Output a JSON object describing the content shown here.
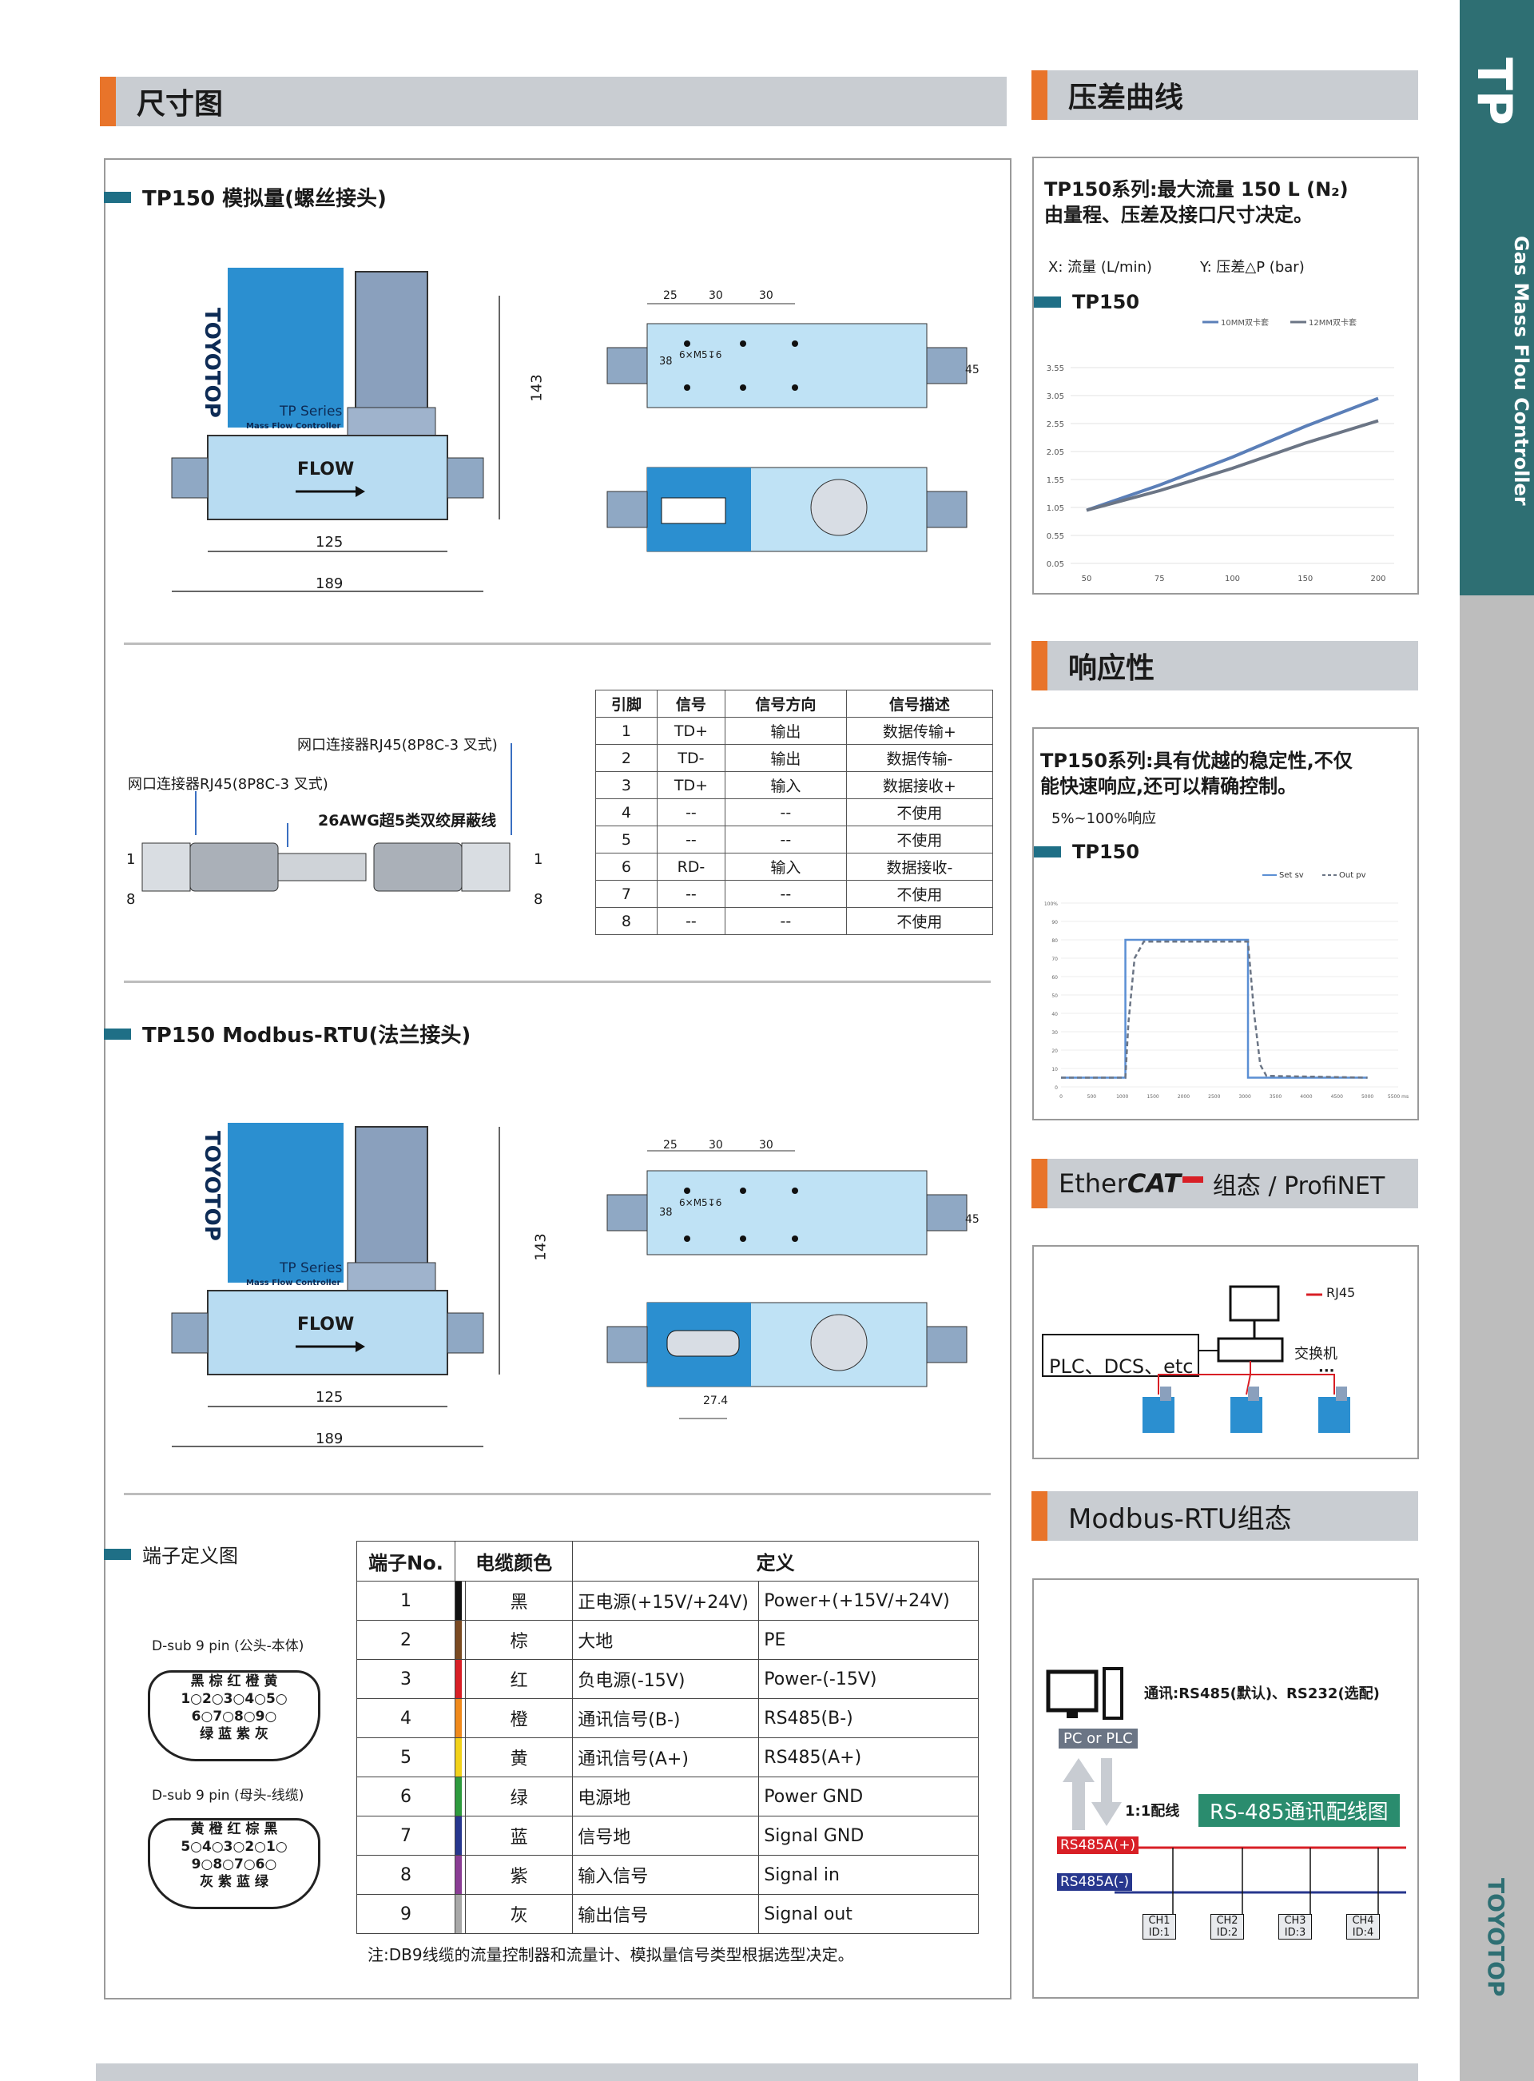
{
  "sections": {
    "dimension": "尺寸图",
    "pressure": "压差曲线",
    "response": "响应性",
    "ethercat_pre": "Ether",
    "ethercat_cat": "CAT",
    "ethercat_post": "组态 / ProfiNET",
    "modbus": "Modbus-RTU组态"
  },
  "side": {
    "tp": "TP",
    "series": "Gas Mass Flou Controller",
    "brand": "TOYOTOP"
  },
  "analog": {
    "title": "TP150 模拟量(螺丝接头)",
    "device": {
      "brand": "TOYOTOP",
      "series": "TP Series",
      "series_sub": "Mass Flow Controller",
      "flow": "FLOW"
    },
    "dims": {
      "h": "143",
      "w1": "125",
      "w2": "189",
      "top_a": "25",
      "top_b": "30",
      "top_c": "30",
      "side_h": "38",
      "thread": "6×M5↧6",
      "right_h": "45"
    }
  },
  "cable": {
    "label_right": "网口连接器RJ45(8P8C-3 叉式)",
    "label_left": "网口连接器RJ45(8P8C-3 叉式)",
    "label_mid": "26AWG超5类双绞屏蔽线",
    "n1l": "1",
    "n8l": "8",
    "n1r": "1",
    "n8r": "8"
  },
  "pin_table": {
    "headers": [
      "引脚",
      "信号",
      "信号方向",
      "信号描述"
    ],
    "rows": [
      [
        "1",
        "TD+",
        "输出",
        "数据传输+"
      ],
      [
        "2",
        "TD-",
        "输出",
        "数据传输-"
      ],
      [
        "3",
        "TD+",
        "输入",
        "数据接收+"
      ],
      [
        "4",
        "--",
        "--",
        "不使用"
      ],
      [
        "5",
        "--",
        "--",
        "不使用"
      ],
      [
        "6",
        "RD-",
        "输入",
        "数据接收-"
      ],
      [
        "7",
        "--",
        "--",
        "不使用"
      ],
      [
        "8",
        "--",
        "--",
        "不使用"
      ]
    ]
  },
  "modbus_dev": {
    "title": "TP150  Modbus-RTU(法兰接头)",
    "device": {
      "brand": "TOYOTOP",
      "series": "TP Series",
      "series_sub": "Mass Flow Controller",
      "flow": "FLOW"
    },
    "dims": {
      "h": "143",
      "w1": "125",
      "w2": "189",
      "top_a": "25",
      "top_b": "30",
      "top_c": "30",
      "side_h": "38",
      "thread": "6×M5↧6",
      "right_h": "45",
      "dsub_w": "27.4"
    }
  },
  "terminal": {
    "title": "端子定义图",
    "male_label": "D-sub 9 pin (公头-本体)",
    "male_r1_colors": "黑 棕 红 橙 黄",
    "male_r1_nums": "1○2○3○4○5○",
    "male_r2_nums": "6○7○8○9○",
    "male_r2_colors": "绿 蓝 紫 灰",
    "female_label": "D-sub 9 pin (母头-线缆)",
    "female_r1_colors": "黄 橙 红 棕 黑",
    "female_r1_nums": "5○4○3○2○1○",
    "female_r2_nums": "9○8○7○6○",
    "female_r2_colors": "灰 紫 蓝 绿",
    "headers": [
      "端子No.",
      "电缆颜色",
      "定义"
    ],
    "rows": [
      {
        "no": "1",
        "color": "黑",
        "swatch": "#111111",
        "cn": "正电源(+15V/+24V)",
        "en": "Power+(+15V/+24V)"
      },
      {
        "no": "2",
        "color": "棕",
        "swatch": "#7a4a22",
        "cn": "大地",
        "en": "PE"
      },
      {
        "no": "3",
        "color": "红",
        "swatch": "#d81f26",
        "cn": "负电源(-15V)",
        "en": "Power-(-15V)"
      },
      {
        "no": "4",
        "color": "橙",
        "swatch": "#f08a1c",
        "cn": "通讯信号(B-)",
        "en": "RS485(B-)"
      },
      {
        "no": "5",
        "color": "黄",
        "swatch": "#f2d21a",
        "cn": "通讯信号(A+)",
        "en": "RS485(A+)"
      },
      {
        "no": "6",
        "color": "绿",
        "swatch": "#2e9a3e",
        "cn": "电源地",
        "en": "Power GND"
      },
      {
        "no": "7",
        "color": "蓝",
        "swatch": "#27378e",
        "cn": "信号地",
        "en": "Signal GND"
      },
      {
        "no": "8",
        "color": "紫",
        "swatch": "#8a3d94",
        "cn": "输入信号",
        "en": "Signal in"
      },
      {
        "no": "9",
        "color": "灰",
        "swatch": "#a8a8a8",
        "cn": "输出信号",
        "en": "Signal out"
      }
    ],
    "note": "注:DB9线缆的流量控制器和流量计、模拟量信号类型根据选型决定。"
  },
  "pressure_box": {
    "desc1": "TP150系列:最大流量 150 L (N₂)",
    "desc2": "由量程、压差及接口尺寸决定。",
    "axis_note_x": "X: 流量 (L/min)",
    "axis_note_y": "Y: 压差△P (bar)",
    "model": "TP150"
  },
  "response_box": {
    "desc1": "TP150系列:具有优越的稳定性,不仅",
    "desc2": "能快速响应,还可以精确控制。",
    "range": "5%~100%响应",
    "model": "TP150"
  },
  "chart_data": [
    {
      "type": "line",
      "title": "",
      "xlabel": "",
      "ylabel": "",
      "categories": [
        "50",
        "75",
        "100",
        "150",
        "200"
      ],
      "y_ticks": [
        "0.05",
        "0.55",
        "1.05",
        "1.55",
        "2.05",
        "2.55",
        "3.05",
        "3.55"
      ],
      "ylim": [
        0.05,
        3.55
      ],
      "legend_position": "top-right",
      "series": [
        {
          "name": "10MM双卡套",
          "color": "#5b7fb8",
          "values": [
            1.0,
            1.45,
            1.95,
            2.5,
            3.0
          ]
        },
        {
          "name": "12MM双卡套",
          "color": "#6b7585",
          "values": [
            1.0,
            1.35,
            1.75,
            2.2,
            2.6
          ]
        }
      ]
    },
    {
      "type": "line",
      "title": "",
      "xlabel": "",
      "ylabel": "",
      "x_ticks": [
        "0",
        "500",
        "1000",
        "1500",
        "2000",
        "2500",
        "3000",
        "3500",
        "4000",
        "4500",
        "5000",
        "5500 ms"
      ],
      "y_ticks": [
        "0",
        "10",
        "20",
        "30",
        "40",
        "50",
        "60",
        "70",
        "80",
        "90",
        "100%"
      ],
      "xlim": [
        0,
        5500
      ],
      "ylim": [
        0,
        100
      ],
      "legend_position": "top-right",
      "series": [
        {
          "name": "Set sv",
          "style": "solid",
          "color": "#5b8fd4",
          "x": [
            0,
            1050,
            1050,
            3050,
            3050,
            5000
          ],
          "y": [
            5,
            5,
            80,
            80,
            5,
            5
          ]
        },
        {
          "name": "Out pv",
          "style": "dashed",
          "color": "#6b7585",
          "x": [
            0,
            1050,
            1100,
            1200,
            1350,
            3050,
            3150,
            3250,
            3350,
            5000
          ],
          "y": [
            5,
            5,
            35,
            70,
            79,
            79,
            40,
            12,
            6,
            5
          ]
        }
      ]
    }
  ],
  "ethercat_box": {
    "rj45": "RJ45",
    "plc": "PLC、DCS、etc",
    "switch": "交换机",
    "dots": "···"
  },
  "modbus_box": {
    "comm": "通讯:RS485(默认)、RS232(选配)",
    "pc": "PC or PLC",
    "ratio": "1:1配线",
    "diagram": "RS-485通讯配线图",
    "a_plus": "RS485A(+)",
    "a_minus": "RS485A(-)",
    "channels": [
      {
        "ch": "CH1",
        "id": "ID:1"
      },
      {
        "ch": "CH2",
        "id": "ID:2"
      },
      {
        "ch": "CH3",
        "id": "ID:3"
      },
      {
        "ch": "CH4",
        "id": "ID:4"
      }
    ]
  }
}
